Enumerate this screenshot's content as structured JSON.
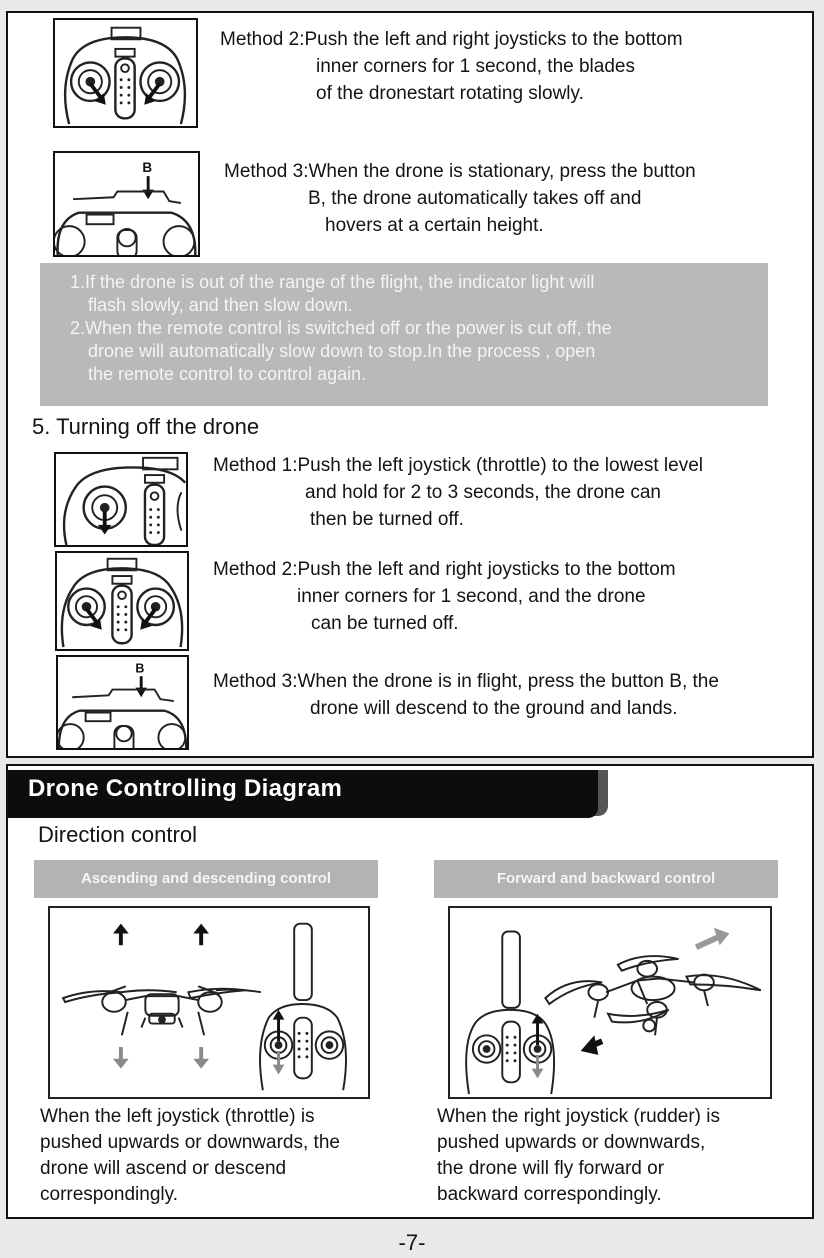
{
  "start_methods": {
    "method2": [
      "Method 2:Push the left and right joysticks to the bottom",
      "inner corners for 1 second, the blades",
      "of the dronestart rotating slowly."
    ],
    "method3": [
      "Method 3:When the drone is stationary, press the button",
      "B, the drone automatically takes off and",
      "hovers at a certain height."
    ]
  },
  "notes": [
    "1.If the drone is out of the range of the flight, the indicator light will",
    "flash slowly, and then slow down.",
    "2.When the remote control is switched off or the power is cut off, the",
    "drone will automatically slow down to stop.In the process , open",
    "the remote control to control again."
  ],
  "turning_off": {
    "heading": "5. Turning off the drone",
    "method1": [
      "Method 1:Push the left joystick (throttle) to the lowest level",
      "and hold for 2 to 3 seconds, the drone can",
      "then be turned off."
    ],
    "method2": [
      "Method 2:Push the left and right joysticks to the bottom",
      "inner  corners for 1 second, and the drone",
      "can be turned off."
    ],
    "method3": [
      "Method 3:When the drone is in flight, press the button B, the",
      "drone will descend to the ground and lands."
    ]
  },
  "button_label": "B",
  "diagram_section": {
    "title": "Drone Controlling Diagram",
    "subtitle": "Direction control",
    "left_label": "Ascending and descending control",
    "right_label": "Forward and backward control",
    "left_caption": [
      "When the left joystick (throttle) is",
      "pushed upwards or downwards, the",
      "drone will ascend or descend",
      "correspondingly."
    ],
    "right_caption": [
      "When the right joystick (rudder) is",
      "pushed upwards or downwards,",
      "the drone will fly forward or",
      "backward correspondingly."
    ]
  },
  "page_number": "-7-",
  "colors": {
    "note_bg": "#b9b9b9",
    "banner_bg": "#0d0d0d",
    "label_bg": "#b3b3b3"
  }
}
